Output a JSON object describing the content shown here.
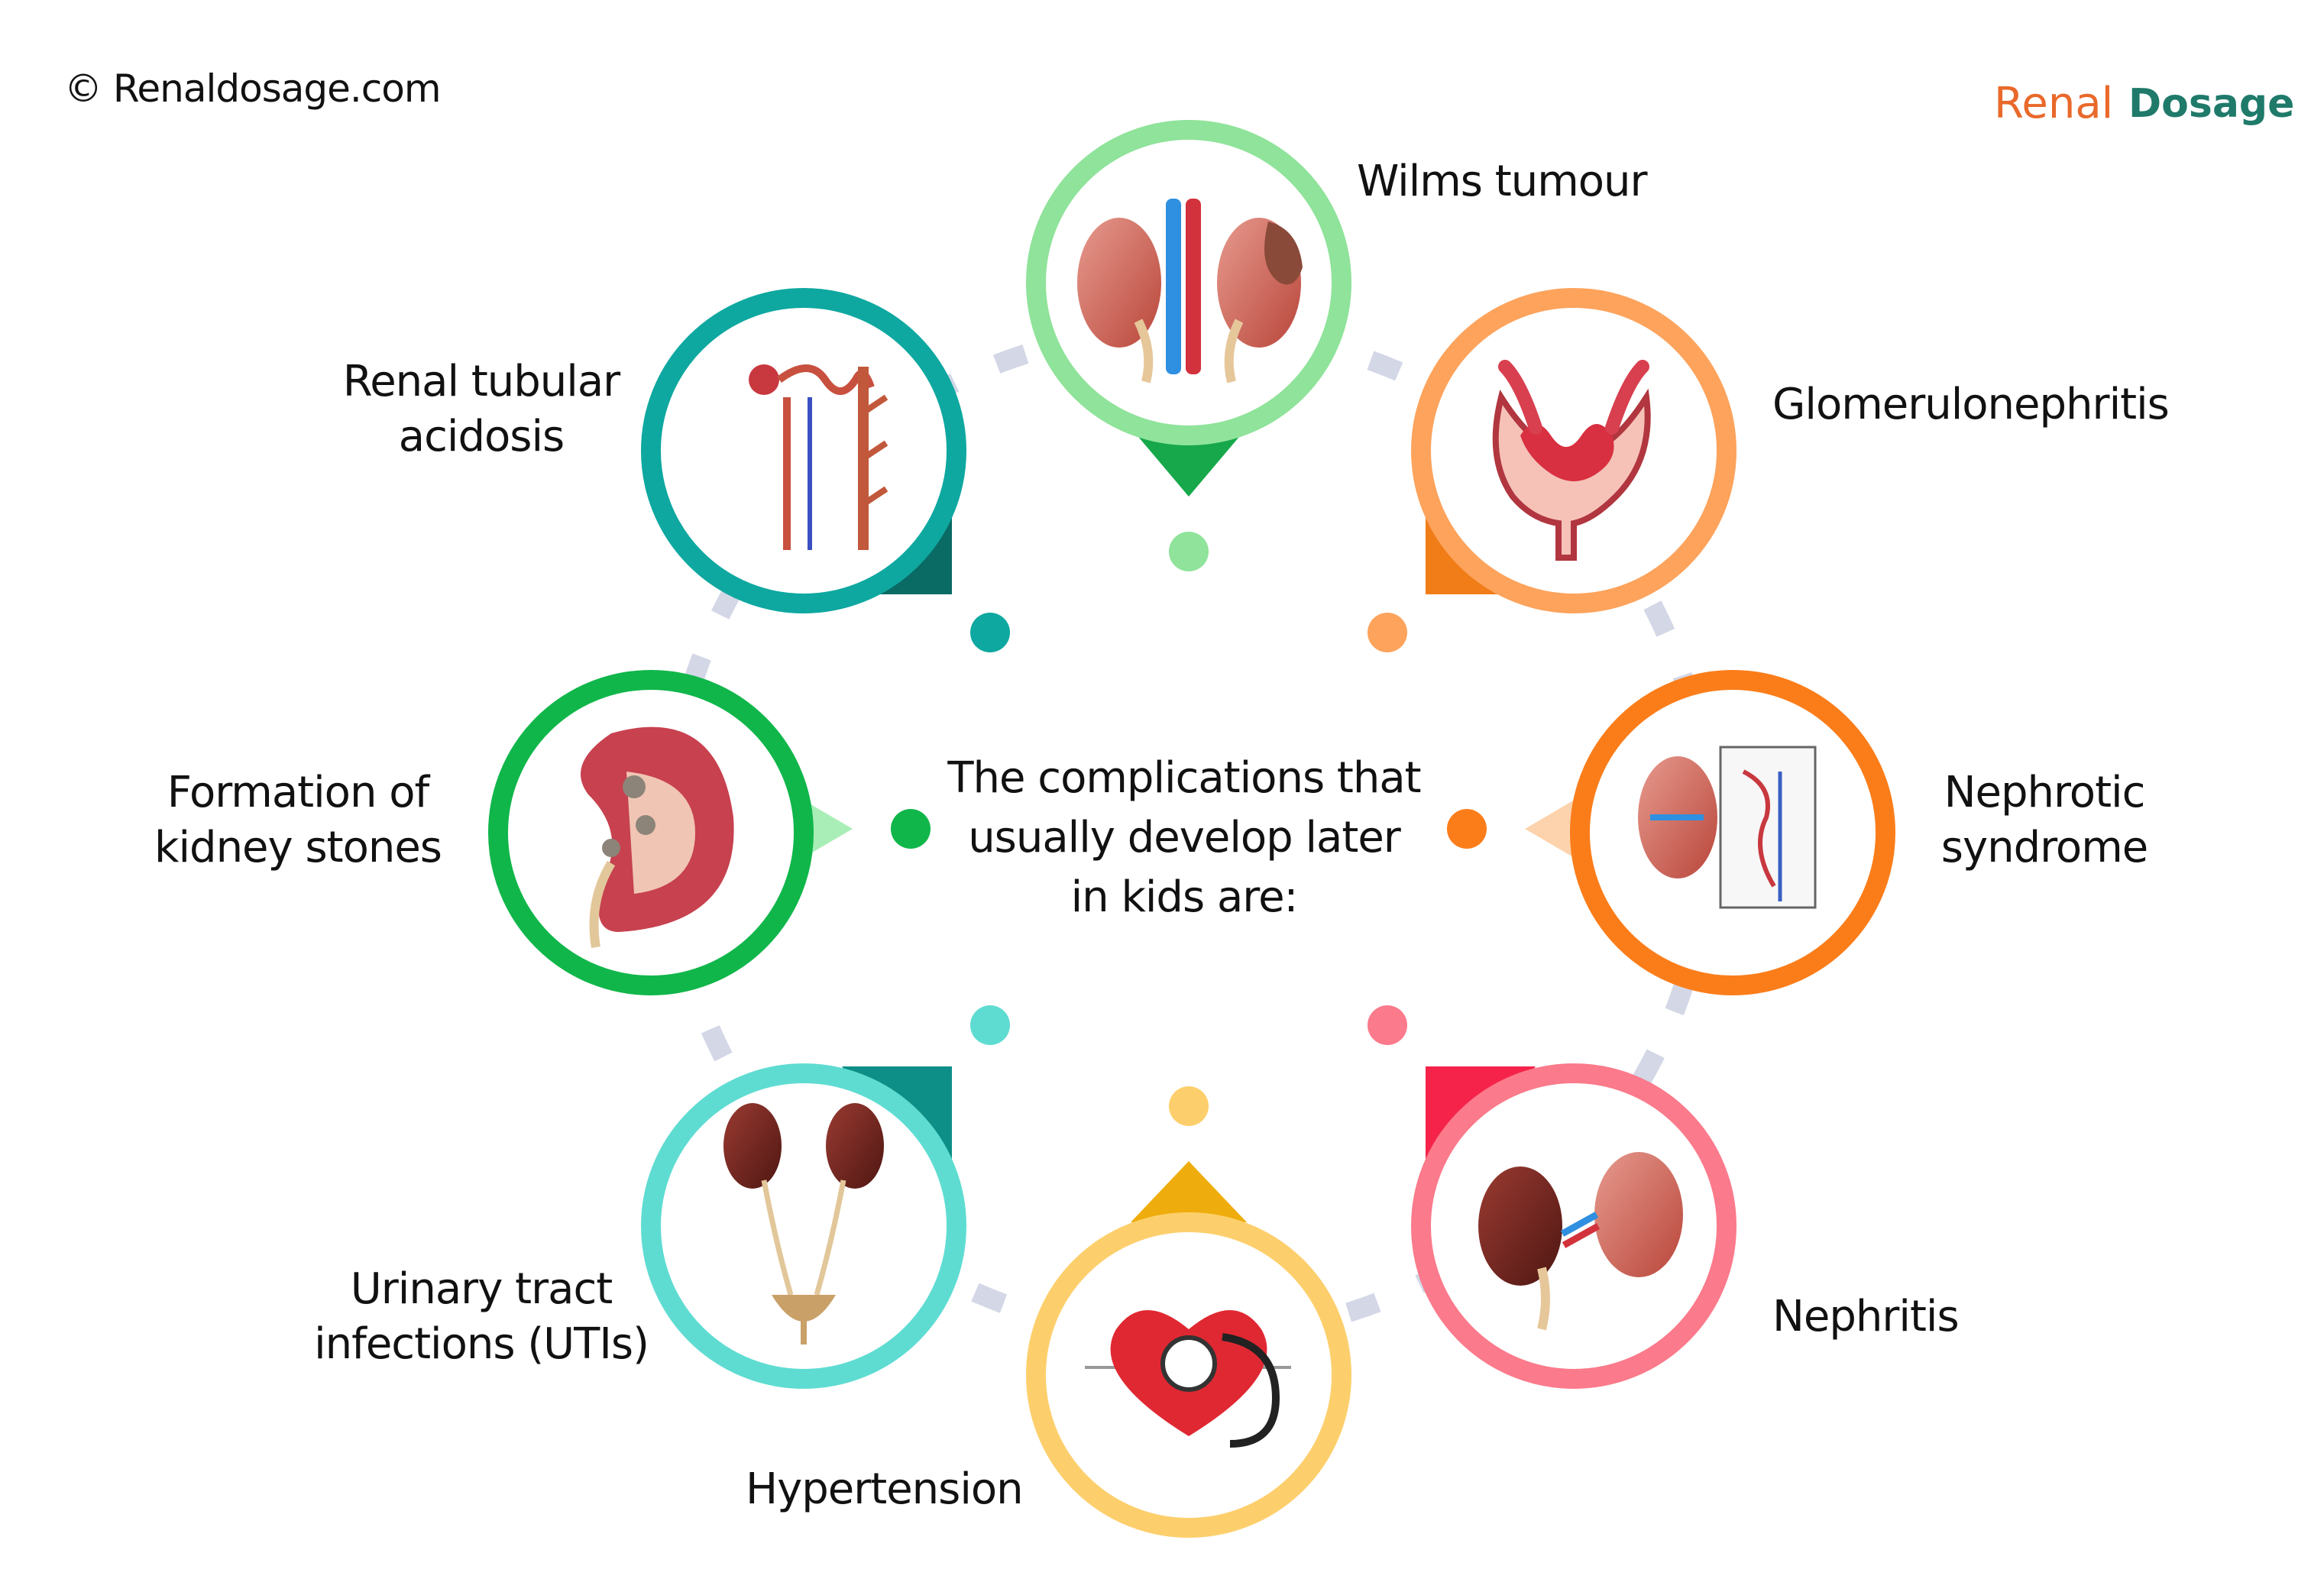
{
  "header": {
    "copyright": "© Renaldosage.com",
    "brand_part1": "Renal",
    "brand_part2": "Dosage"
  },
  "center": {
    "line1": "The complications that",
    "line2": "usually develop later",
    "line3": "in kids are:"
  },
  "items": [
    {
      "line1": "Wilms tumour",
      "line2": "",
      "color": "#8fe39a",
      "icon": "kidney-tumor-icon"
    },
    {
      "line1": "Glomerulonephritis",
      "line2": "",
      "color": "#fda35c",
      "icon": "glomerulus-icon"
    },
    {
      "line1": "Nephrotic",
      "line2": "syndrome",
      "color": "#fb7d1a",
      "icon": "nephron-diagram-icon"
    },
    {
      "line1": "Nephritis",
      "line2": "",
      "color": "#fb7a8b",
      "icon": "kidney-pair-icon"
    },
    {
      "line1": "Hypertension",
      "line2": "",
      "color": "#fdcf6c",
      "icon": "heart-stethoscope-icon"
    },
    {
      "line1": "Urinary tract",
      "line2": "infections (UTIs)",
      "color": "#5fdcd2",
      "icon": "urinary-system-icon"
    },
    {
      "line1": "Formation of",
      "line2": "kidney stones",
      "color": "#10b64a",
      "icon": "kidney-stone-icon"
    },
    {
      "line1": "Renal tubular",
      "line2": "acidosis",
      "color": "#0ea8a0",
      "icon": "renal-tubule-icon"
    }
  ],
  "colors": {
    "connector": "#d3d7e6",
    "text": "#111111",
    "brand_orange": "#e9692a",
    "brand_green": "#1f7a6a"
  }
}
